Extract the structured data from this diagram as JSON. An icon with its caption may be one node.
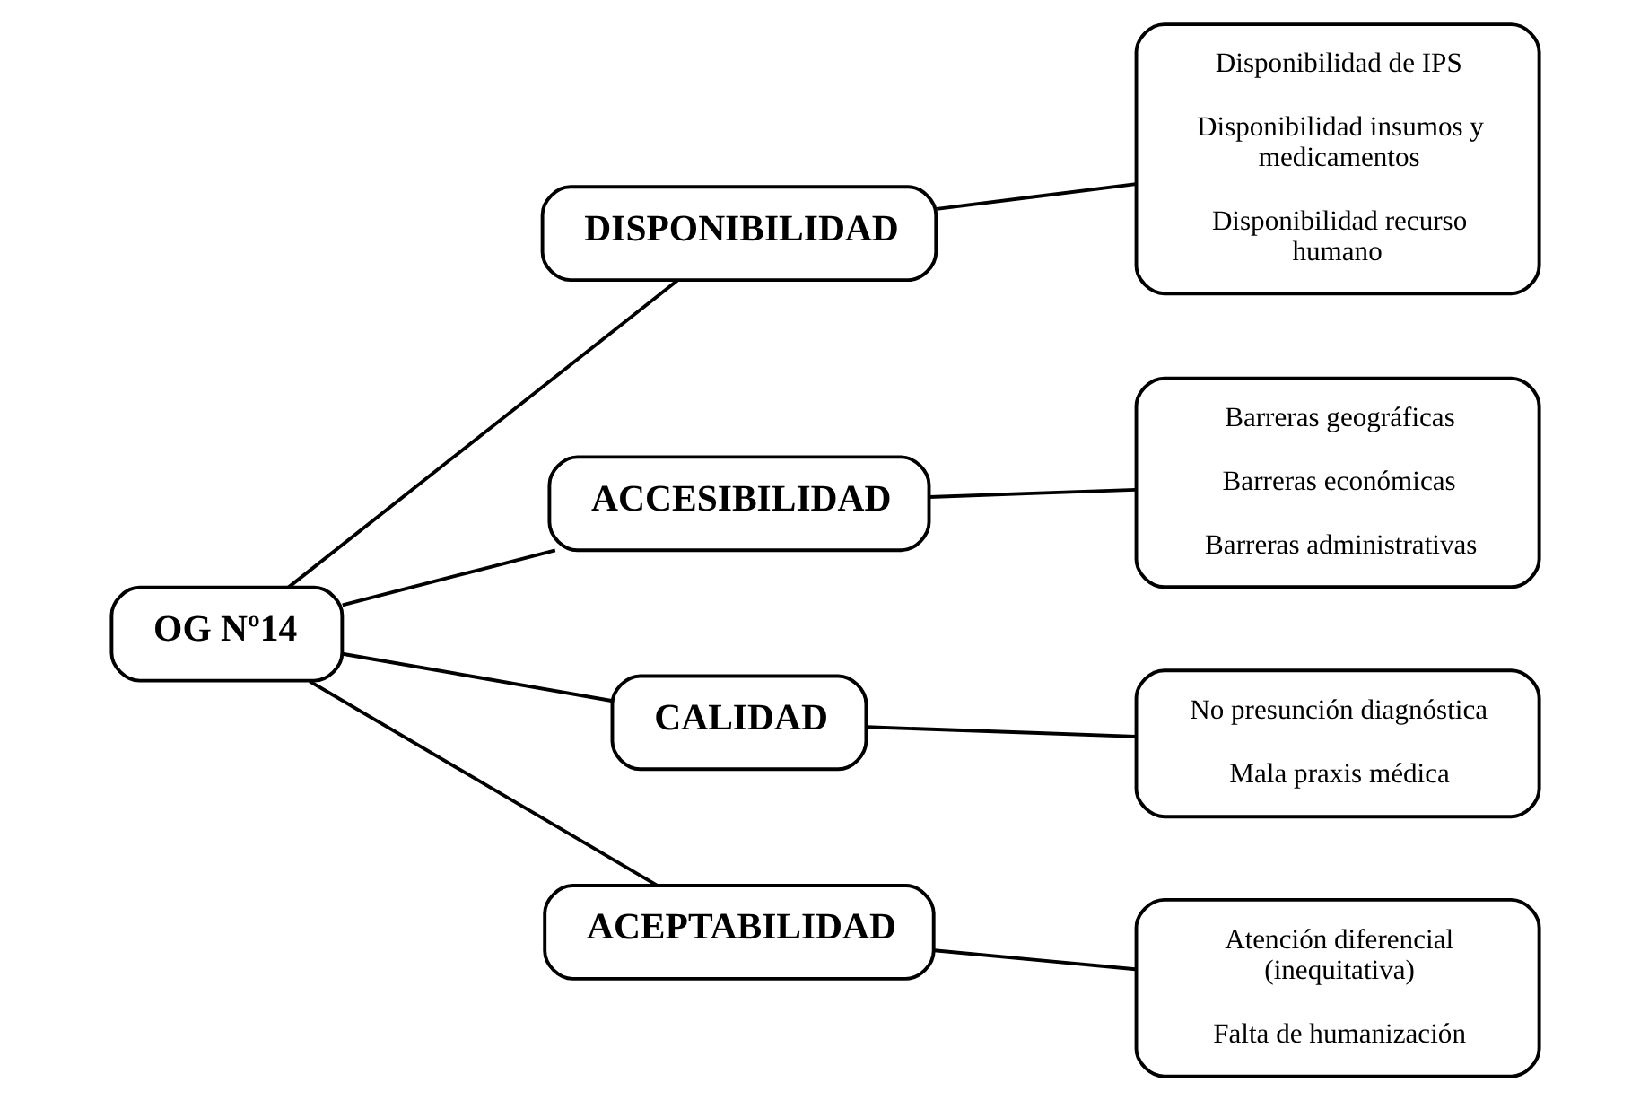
{
  "diagram": {
    "nodes": [
      {
        "text": [
          "OG Nº14"
        ]
      },
      {
        "text": [
          "DISPONIBILIDAD"
        ]
      },
      {
        "text": [
          "Disponibilidad de IPS",
          "Disponibilidad insumos y medicamentos",
          "Disponibilidad recurso humano"
        ]
      },
      {
        "text": [
          "ACCESIBILIDAD"
        ]
      },
      {
        "text": [
          "Barreras geográficas",
          "Barreras económicas",
          "Barreras administrativas"
        ]
      },
      {
        "text": [
          "CALIDAD"
        ]
      },
      {
        "text": [
          "No presunción diagnóstica",
          "Mala praxis médica"
        ]
      },
      {
        "text": [
          "ACEPTABILIDAD"
        ]
      },
      {
        "text": [
          "Atención diferencial (inequitativa)",
          "Falta de humanización"
        ]
      }
    ],
    "edges": [
      {
        "from": 0,
        "to": 1,
        "arrow": "none"
      },
      {
        "from": 0,
        "to": 3,
        "arrow": "none"
      },
      {
        "from": 0,
        "to": 5,
        "arrow": "none"
      },
      {
        "from": 0,
        "to": 7,
        "arrow": "none"
      },
      {
        "from": 1,
        "to": 2,
        "arrow": "none"
      },
      {
        "from": 3,
        "to": 4,
        "arrow": "none"
      },
      {
        "from": 5,
        "to": 6,
        "arrow": "none"
      },
      {
        "from": 7,
        "to": 8,
        "arrow": "none"
      }
    ]
  }
}
